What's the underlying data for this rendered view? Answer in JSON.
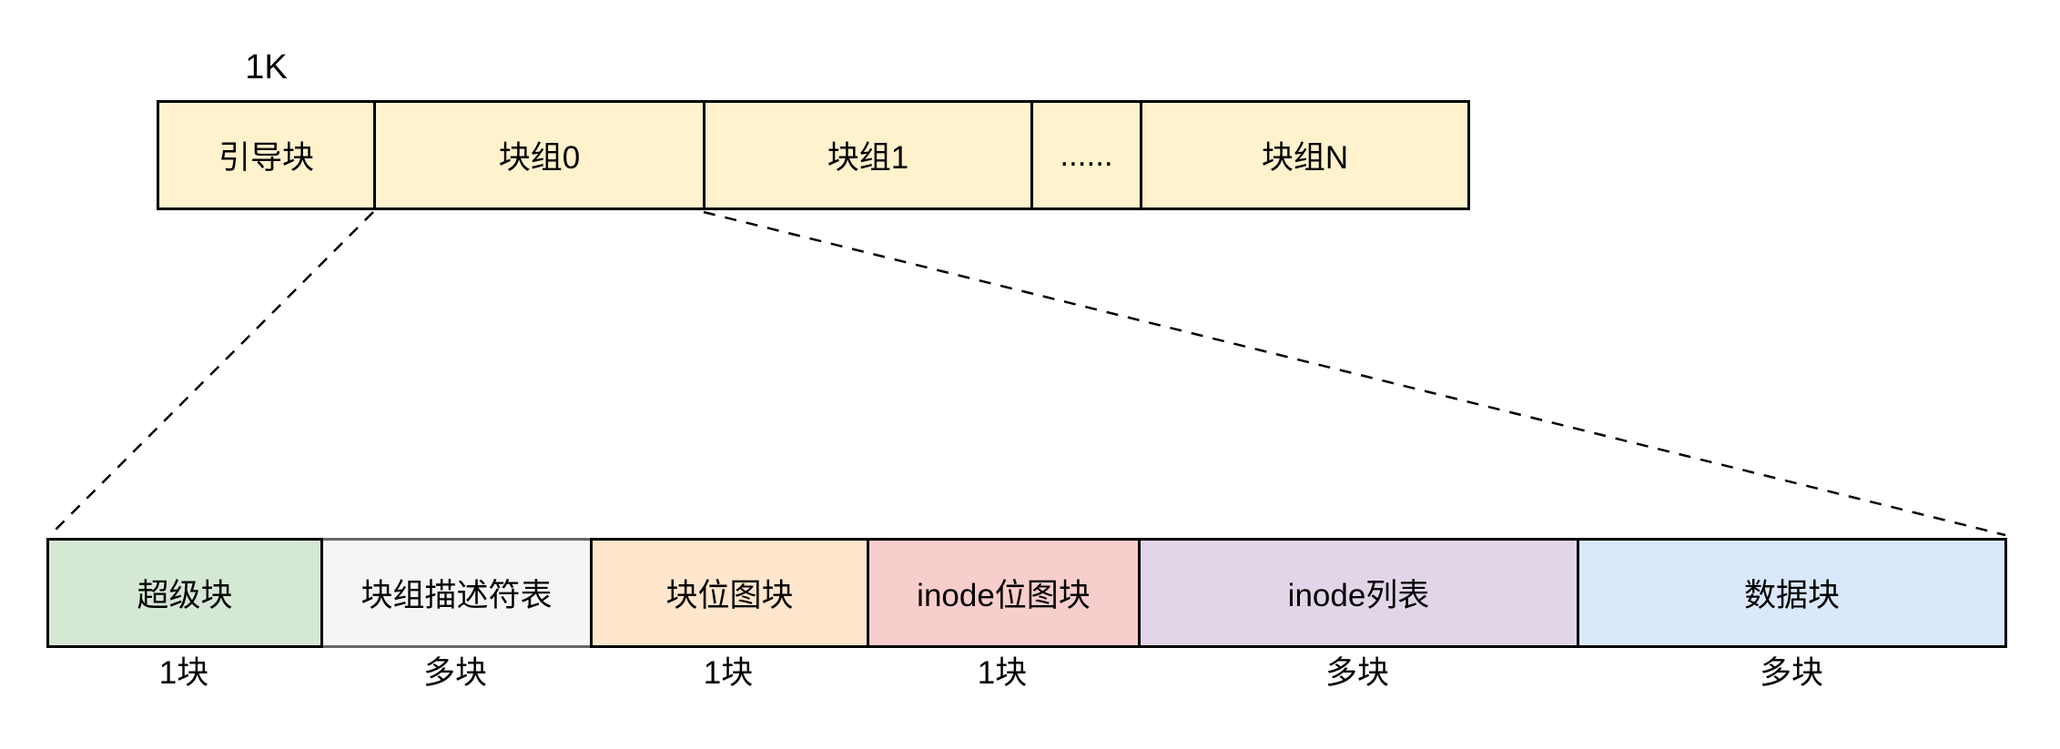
{
  "annotation": {
    "boot_block_size": "1K"
  },
  "disk_bar": {
    "fill": "#FFF2CC",
    "border": "#000000",
    "segments": [
      {
        "label": "引导块"
      },
      {
        "label": "块组0"
      },
      {
        "label": "块组1"
      },
      {
        "label": "......"
      },
      {
        "label": "块组N"
      }
    ]
  },
  "block_group_bar": {
    "segments": [
      {
        "label": "超级块",
        "fill": "#D5E8D4",
        "border": "#000000",
        "size": "1块"
      },
      {
        "label": "块组描述符表",
        "fill": "#F5F5F5",
        "border": "#666666",
        "size": "多块"
      },
      {
        "label": "块位图块",
        "fill": "#FFE6CC",
        "border": "#000000",
        "size": "1块"
      },
      {
        "label": "inode位图块",
        "fill": "#F8CECC",
        "border": "#000000",
        "size": "1块"
      },
      {
        "label": "inode列表",
        "fill": "#E1D5E7",
        "border": "#000000",
        "size": "多块"
      },
      {
        "label": "数据块",
        "fill": "#DAE8FC",
        "border": "#000000",
        "size": "多块"
      }
    ]
  },
  "colors": {
    "background": "#FFFFFF",
    "line": "#000000",
    "text": "#000000"
  }
}
